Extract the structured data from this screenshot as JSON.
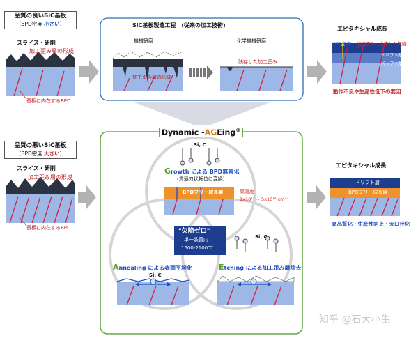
{
  "top": {
    "good_title": "品質の良いSiC基板",
    "good_bpd_prefix": "（BPD密度 ",
    "good_bpd_emph": "小さい",
    "good_bpd_suffix": "）",
    "slice_label": "スライス・研削",
    "damage_layer": "加工歪み層の形成",
    "internal_bpd": "基板に内在するBPD",
    "process_title": "SiC基板製造工程　(従来の加工技術)",
    "mechanical_polish": "機械研磨",
    "cmp": "化学機械研磨",
    "damage_layer_formed": "加工歪み層の形成",
    "residual_damage": "残存した加工歪み",
    "epi_title": "エピタキシャル成長",
    "bpd_propagation": "BPD伝搬",
    "defect_from_damage": "加工歪みに由来した欠陥",
    "drift_layer": "ドリフト層",
    "buffer_layer": "バッファ層",
    "epi_result": "動作不良や生産性低下の要因"
  },
  "bottom": {
    "bad_title": "品質の悪いSiC基板",
    "bad_bpd_prefix": "（BPD密度 ",
    "bad_bpd_emph": "大きい",
    "bad_bpd_suffix": "）",
    "slice_label": "スライス・研削",
    "damage_layer": "加工歪み層の形成",
    "internal_bpd": "基板に内在するBPD",
    "dynamic_prefix": "D",
    "dynamic_rest": "ynamic -",
    "ag_prefix": "AG",
    "ag_rest": "Eing",
    "reg_mark": "®",
    "growth_sic": "Si, C",
    "growth_G": "G",
    "growth_rest": "rowth による BPD無害化",
    "growth_sub": "(貫通刃状転位に変換)",
    "bpd_free_layer": "BPDフリー成長層",
    "doping_label": "高濃度",
    "doping_value": "1x10¹⁷ ~ 5x10¹⁸ cm⁻³",
    "zero_defect": "\"欠陥ゼロ\"",
    "single_unit": "単一装置内",
    "temp_range": "1600-2100℃",
    "annealing_A": "A",
    "annealing_rest": "nnealing による表面平坦化",
    "annealing_sic": "Si, C",
    "etching_sic": "Si, C",
    "etching_E": "E",
    "etching_rest": "tching による加工歪み層除去",
    "epi_title": "エピタキシャル成長",
    "drift_layer": "ドリフト層",
    "epi_result": "高品質化・生産性向上・大口径化"
  },
  "watermark": "知乎 @石大小生",
  "colors": {
    "substrate": "#9db8e6",
    "dark_layer": "#2b3240",
    "red_line": "#d0213c",
    "blue_text": "#1b4fbf",
    "red_text": "#c81e1e",
    "orange_layer": "#f0922b",
    "navy_layer": "#1d3d8f",
    "arrow_gray": "#b3b3b3",
    "process_border": "#2e6db4",
    "dynamic_border": "#6aa84f",
    "growth_green": "#5aa02c",
    "orange_letters": "#e07b1a"
  }
}
